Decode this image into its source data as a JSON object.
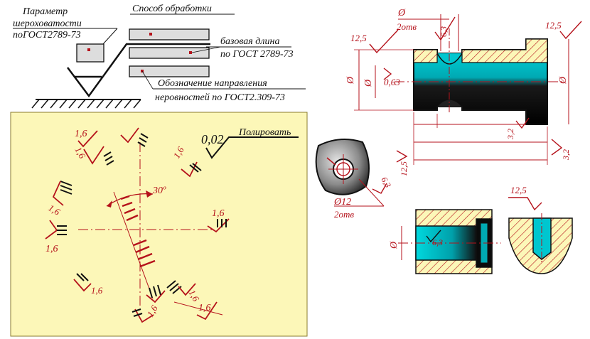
{
  "legend": {
    "roughness_param_line1": "Параметр",
    "roughness_param_line2": "шероховатости",
    "roughness_param_line3": "поГОСТ2789-73",
    "processing_method": "Способ обработки",
    "base_length_line1": "базовая длина",
    "base_length_line2": "по ГОСТ 2789-73",
    "direction_line1": "Обозначение направления",
    "direction_line2": "неровностей по ГОСТ2.309-73"
  },
  "panel": {
    "ra_value": "0,02",
    "method": "Полировать",
    "angle": "30º",
    "marks": [
      "1,6",
      "1,6",
      "1,6",
      "1,6",
      "1,6",
      "1,6",
      "1,6",
      "1,6",
      "1,6",
      "1,6"
    ]
  },
  "shaft": {
    "hole_diameter": "Ø",
    "hole_count": "2отв",
    "groove_value": "6,3",
    "left_value": "12,5",
    "right_value": "12,5",
    "inner_value": "0,63",
    "dia_left": "Ø",
    "dia_inner": "Ø",
    "dia_right": "Ø",
    "bottom_value": "3,2",
    "bottom_left_value": "12,5",
    "bottom_right_value": "3,2"
  },
  "hole_view": {
    "diameter": "Ø12",
    "count": "2отв",
    "value": "6,3"
  },
  "section_a": {
    "diameter": "Ø",
    "value": "6,3"
  },
  "section_b": {
    "value": "12,5"
  },
  "colors": {
    "red": "#b5121b",
    "yellow": "#fcf7b8",
    "cyan": "#00c6cf",
    "dark": "#111111"
  }
}
